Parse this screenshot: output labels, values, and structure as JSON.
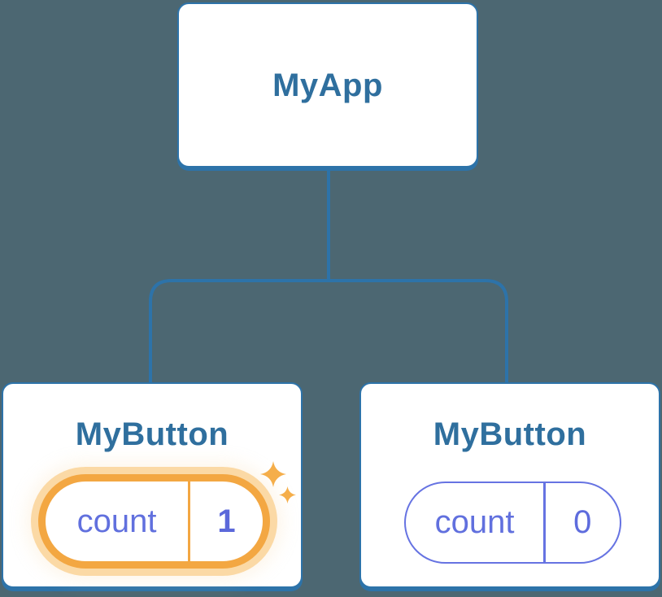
{
  "diagram": {
    "description": "React component tree with state",
    "app": {
      "label": "MyApp"
    },
    "children": [
      {
        "label": "MyButton",
        "state": {
          "label": "count",
          "value": "1"
        },
        "highlighted": true
      },
      {
        "label": "MyButton",
        "state": {
          "label": "count",
          "value": "0"
        },
        "highlighted": false
      }
    ]
  },
  "icons": {
    "sparkle_large": "sparkle-icon",
    "sparkle_small": "sparkle-icon"
  },
  "colors": {
    "background": "#4C6772",
    "connector_line": "#2D73A9",
    "card_background": "#FFFFFF",
    "card_border": "#2D73A9",
    "node_title": "#2F6F9E",
    "state_purple": "#6170DE",
    "state_value_purple": "#5B68DA",
    "pill_border_purple": "#6673E2",
    "highlight_orange": "#F3A742",
    "highlight_halo": "#FBD9A5",
    "sparkle_orange": "#F5AE4A"
  }
}
